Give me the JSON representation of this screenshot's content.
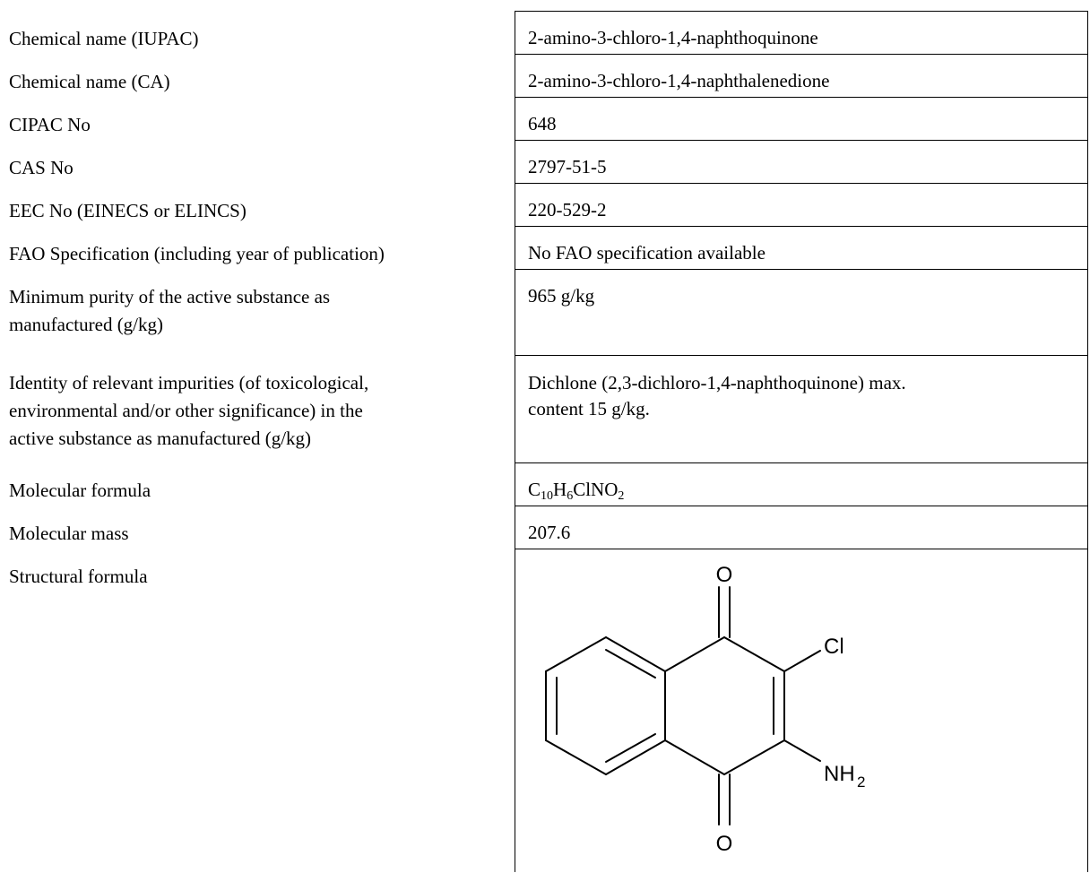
{
  "rows": [
    {
      "label": "Chemical name (IUPAC)",
      "value": "2-amino-3-chloro-1,4-naphthoquinone"
    },
    {
      "label": "Chemical name (CA)",
      "value": "2-amino-3-chloro-1,4-naphthalenedione"
    },
    {
      "label": "CIPAC No",
      "value": "648"
    },
    {
      "label": "CAS No",
      "value": "2797-51-5"
    },
    {
      "label": "EEC No (EINECS or ELINCS)",
      "value": "220-529-2"
    },
    {
      "label": "FAO Specification (including year of publication)",
      "value": "No FAO specification available"
    },
    {
      "label_lines": [
        "Minimum purity of the active substance as",
        "manufactured (g/kg)"
      ],
      "value": "965 g/kg"
    },
    {
      "label_lines": [
        "Identity of relevant impurities (of toxicological,",
        "environmental and/or other significance) in the",
        "active substance as manufactured (g/kg)"
      ],
      "value_lines": [
        "Dichlone (2,3-dichloro-1,4-naphthoquinone) max.",
        "content 15 g/kg."
      ]
    },
    {
      "label": "Molecular formula",
      "formula": {
        "c": "C",
        "c_sub": "10",
        "h": "H",
        "h_sub": "6",
        "rest": "ClNO",
        "o_sub": "2"
      }
    },
    {
      "label": "Molecular mass",
      "value": "207.6"
    },
    {
      "label": "Structural formula"
    }
  ],
  "structure": {
    "atom_o_top": "O",
    "atom_o_bottom": "O",
    "atom_cl": "Cl",
    "atom_nh": "NH",
    "atom_nh_sub": "2"
  }
}
